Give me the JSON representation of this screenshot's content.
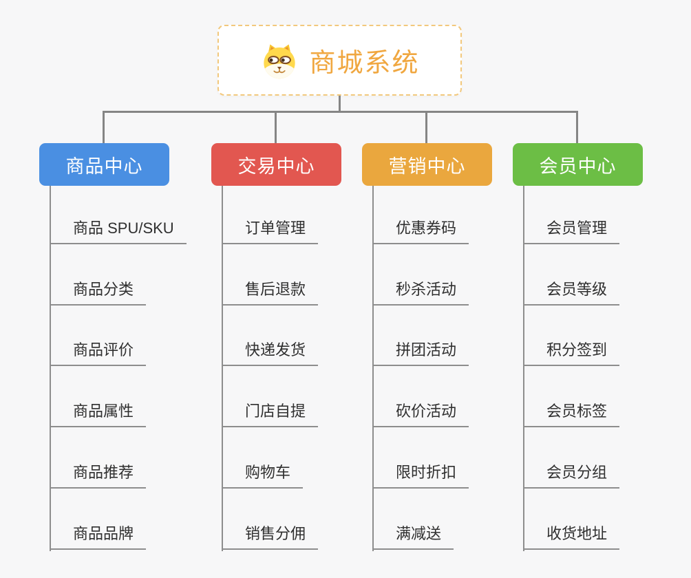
{
  "root": {
    "label": "商城系统",
    "accent_color": "#f0a740",
    "border_color": "#f2c87c",
    "icon": "dog-face-icon"
  },
  "connector_color": "#858585",
  "branches": [
    {
      "label": "商品中心",
      "color": "#4a8fe2",
      "items": [
        "商品 SPU/SKU",
        "商品分类",
        "商品评价",
        "商品属性",
        "商品推荐",
        "商品品牌"
      ]
    },
    {
      "label": "交易中心",
      "color": "#e25750",
      "items": [
        "订单管理",
        "售后退款",
        "快递发货",
        "门店自提",
        "购物车",
        "销售分佣"
      ]
    },
    {
      "label": "营销中心",
      "color": "#eaa73e",
      "items": [
        "优惠券码",
        "秒杀活动",
        "拼团活动",
        "砍价活动",
        "限时折扣",
        "满减送"
      ]
    },
    {
      "label": "会员中心",
      "color": "#6cbe45",
      "items": [
        "会员管理",
        "会员等级",
        "积分签到",
        "会员标签",
        "会员分组",
        "收货地址"
      ]
    }
  ]
}
